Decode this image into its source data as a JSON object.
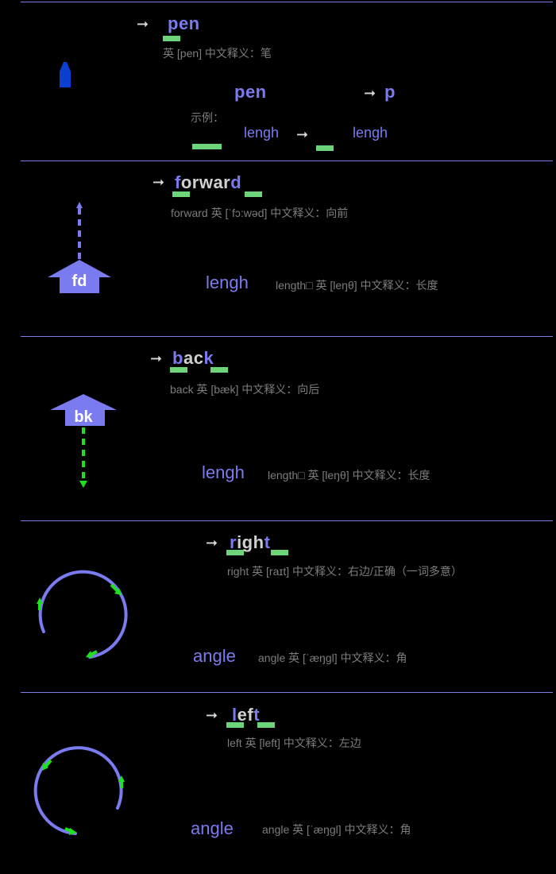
{
  "colors": {
    "background": "#000000",
    "divider": "#7b7bea",
    "accent_word": "#7b7bf0",
    "gray_letters": "#d0d0d0",
    "green_marker": "#6ed47a",
    "bright_green": "#1ee01e",
    "meta_text": "#7d7d7d",
    "pen_icon": "#0a3fcf"
  },
  "sections": [
    {
      "id": "pen",
      "arrow": "➞",
      "word": "pen",
      "word_parts": [
        {
          "text": "pen",
          "style": "hl"
        }
      ],
      "meta": "英 [pen]   中文释义：笔",
      "example": {
        "heading_word": "pen",
        "arrow": "➞",
        "abbrev": "p",
        "label": "示例：",
        "from_word": "lengh",
        "to_word": "lengh",
        "mid_arrow": "➞"
      },
      "icon": "pen-icon"
    },
    {
      "id": "forward",
      "arrow": "➞",
      "word_parts": [
        {
          "text": "f",
          "style": "hl"
        },
        {
          "text": "orwar",
          "style": "gr"
        },
        {
          "text": "d",
          "style": "hl"
        }
      ],
      "meta": "forward 英  [ˈfɔ:wəd]   中文释义：向前",
      "param_word": "lengh",
      "param_meta": "length□  英  [leŋθ]   中文释义：长度",
      "shape_label": "fd",
      "icon": "forward-arrow-icon"
    },
    {
      "id": "back",
      "arrow": "➞",
      "word_parts": [
        {
          "text": "b",
          "style": "hl"
        },
        {
          "text": "ac",
          "style": "gr"
        },
        {
          "text": "k",
          "style": "hl"
        }
      ],
      "meta": "back 英  [bæk]   中文释义：向后",
      "param_word": "lengh",
      "param_meta": "length□  英  [leŋθ]   中文释义：长度",
      "shape_label": "bk",
      "icon": "back-arrow-icon"
    },
    {
      "id": "right",
      "arrow": "➞",
      "word_parts": [
        {
          "text": "r",
          "style": "hl"
        },
        {
          "text": "igh",
          "style": "gr"
        },
        {
          "text": "t",
          "style": "hl"
        }
      ],
      "meta": "right  英   [raɪt]   中文释义：右边/正确（一词多意）",
      "param_word": "angle",
      "param_meta": "angle  英   [ˈæŋgl]   中文释义：角",
      "icon": "clockwise-circle-icon"
    },
    {
      "id": "left",
      "arrow": "➞",
      "word_parts": [
        {
          "text": "l",
          "style": "hl"
        },
        {
          "text": "ef",
          "style": "gr"
        },
        {
          "text": "t",
          "style": "hl"
        }
      ],
      "meta": "left 英  [left]  中文释义：左边",
      "param_word": "angle",
      "param_meta": "angle  英  [ˈæŋgl]   中文释义：角",
      "icon": "counterclockwise-circle-icon"
    }
  ]
}
